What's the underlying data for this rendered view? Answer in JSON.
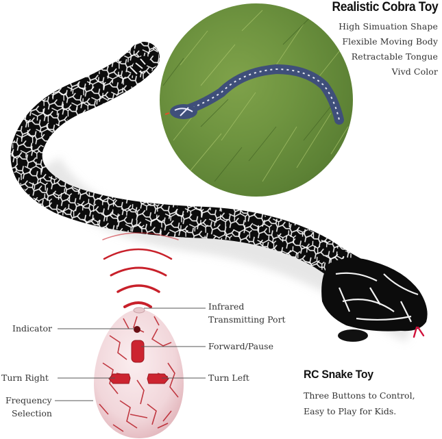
{
  "header": {
    "title": "Realistic Cobra Toy",
    "features": [
      "High Simuation Shape",
      "Flexible Moving Body",
      "Retractable Tongue",
      "Vivd Color"
    ]
  },
  "footer": {
    "title": "RC Snake Toy",
    "description": [
      "Three Buttons to Control,",
      "Easy to Play for Kids."
    ]
  },
  "remote": {
    "labels": {
      "indicator": "Indicator",
      "turn_right": "Turn Right",
      "frequency_line1": "Frequency",
      "frequency_line2": "Selection",
      "infrared_line1": "Infrared",
      "infrared_line2": "Transmitting Port",
      "forward_pause": "Forward/Pause",
      "turn_left": "Turn Left"
    }
  },
  "colors": {
    "remote_red": "#c8202a",
    "remote_shell": "#f4dde0",
    "snake_black": "#0c0c0c",
    "snake_pattern": "#f2f2f2",
    "grass": "#6f9440",
    "tongue": "#d0103a"
  },
  "icons": {
    "signal": "infrared-signal-arcs",
    "remote": "egg-shaped-remote-control"
  }
}
